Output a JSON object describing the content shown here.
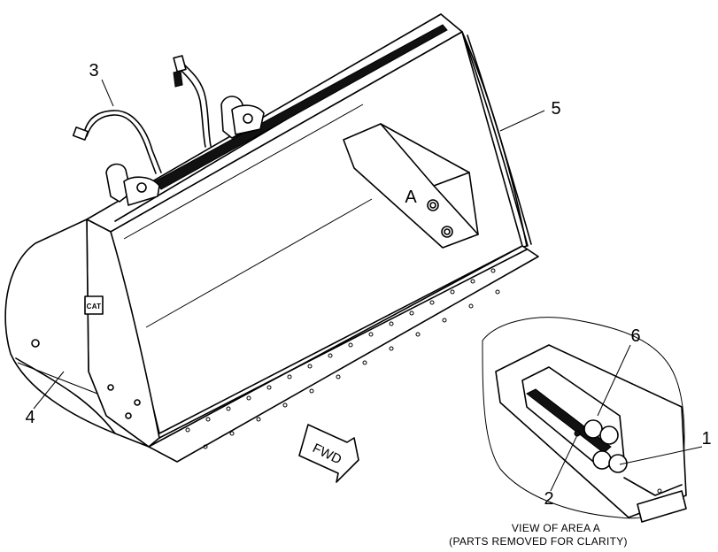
{
  "callouts": {
    "c1": "1",
    "c2": "2",
    "c3": "3",
    "c4": "4",
    "c5": "5",
    "c6": "6",
    "area": "A"
  },
  "direction_label": "FWD",
  "caption": {
    "line1": "VIEW OF AREA  A",
    "line2": "(PARTS REMOVED FOR CLARITY)"
  },
  "logo_text": "CAT"
}
